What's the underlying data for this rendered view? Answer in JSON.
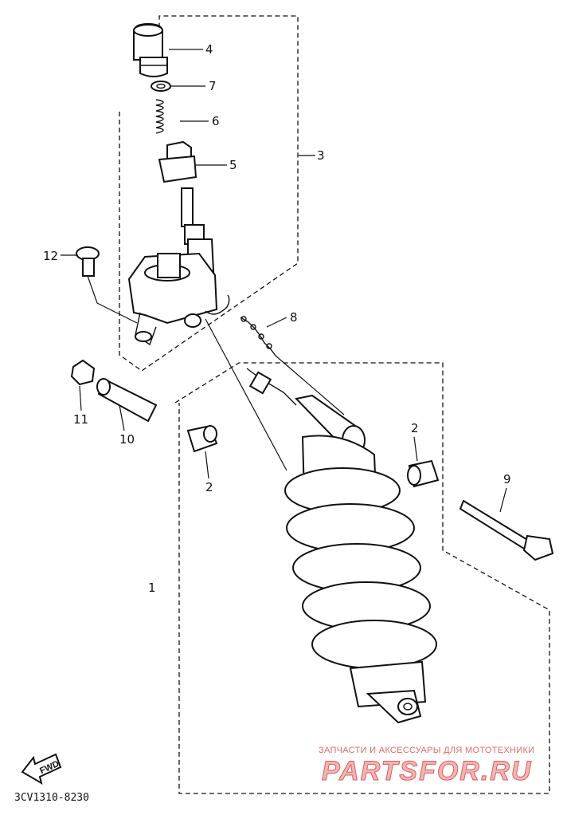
{
  "diagram": {
    "callouts": [
      {
        "id": "4",
        "label": "4"
      },
      {
        "id": "7",
        "label": "7"
      },
      {
        "id": "6",
        "label": "6"
      },
      {
        "id": "3",
        "label": "3"
      },
      {
        "id": "5",
        "label": "5"
      },
      {
        "id": "12",
        "label": "12"
      },
      {
        "id": "8",
        "label": "8"
      },
      {
        "id": "11",
        "label": "11"
      },
      {
        "id": "10",
        "label": "10"
      },
      {
        "id": "2a",
        "label": "2"
      },
      {
        "id": "2b",
        "label": "2"
      },
      {
        "id": "9",
        "label": "9"
      },
      {
        "id": "1",
        "label": "1"
      }
    ],
    "part_code": "3CV1310-8230",
    "fwd_label": "FWD"
  },
  "watermark": {
    "caption": "ЗАПЧАСТИ И АКСЕССУАРЫ ДЛЯ МОТОТЕХНИКИ",
    "logo_text": "PARTSFOR.RU"
  },
  "colors": {
    "ink": "#111111",
    "background": "#ffffff",
    "watermark": "#e05a5a"
  }
}
